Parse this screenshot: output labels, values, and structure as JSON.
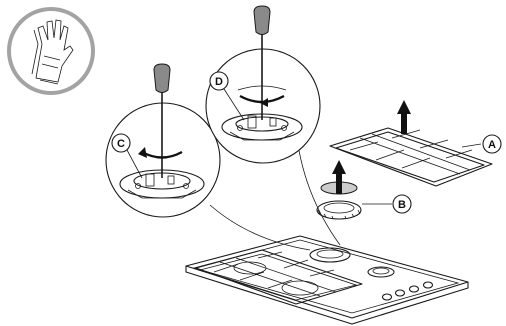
{
  "callouts": {
    "a": "A",
    "b": "B",
    "c": "C",
    "d": "D"
  },
  "icons": {
    "gloves": "gloves-icon",
    "screwdriver": "screwdriver-icon",
    "arrow_up": "arrow-up-icon",
    "rotate": "rotate-arrow-icon"
  },
  "colors": {
    "line": "#1a1a1a",
    "handle": "#8a8a8a",
    "glove_ring": "#9a9a9a",
    "arrow": "#111111"
  }
}
